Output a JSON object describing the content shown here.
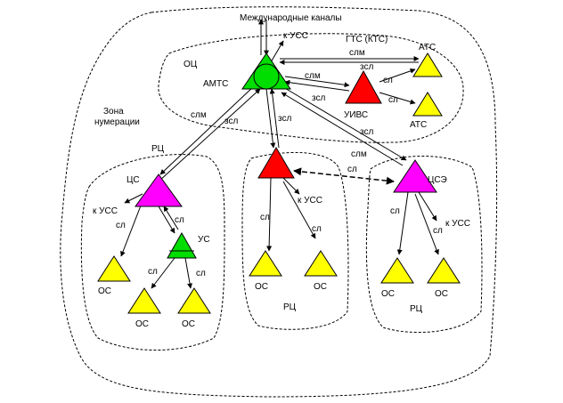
{
  "labels": {
    "intl": "Международные каналы",
    "gts": "ГТС (КТС)",
    "zone_line1": "Зона",
    "zone_line2": "нумерации",
    "oc": "ОЦ",
    "amts": "АМТС",
    "uivs": "УИВС",
    "ats": "АТС",
    "ts": "ЦС",
    "us": "УС",
    "tse": "ЦСЭ",
    "os": "ОС",
    "rts": "РЦ",
    "to_uss": "к УСС",
    "slm": "слм",
    "zsl": "зсл",
    "sl": "сл"
  },
  "colors": {
    "yellow": "#ffff00",
    "red": "#ff0000",
    "magenta": "#ff00ff",
    "green": "#00dd00"
  }
}
